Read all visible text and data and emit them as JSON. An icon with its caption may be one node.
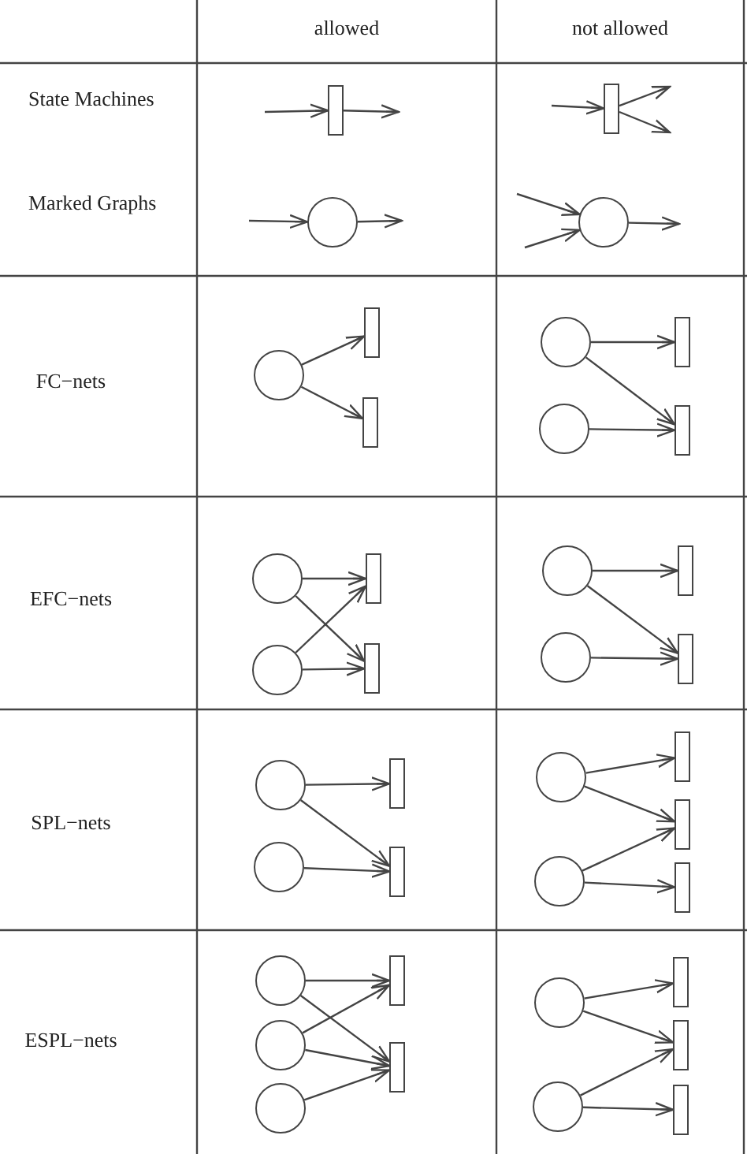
{
  "diagram": {
    "nodes": [
      {
        "text": [],
        "shape": "bar"
      },
      {
        "text": [],
        "shape": "bar"
      },
      {
        "text": [],
        "shape": "circle"
      },
      {
        "text": [],
        "shape": "circle"
      },
      {
        "text": [],
        "shape": "circle"
      },
      {
        "text": [],
        "shape": "bar"
      },
      {
        "text": [],
        "shape": "bar"
      },
      {
        "text": [],
        "shape": "circle"
      },
      {
        "text": [],
        "shape": "circle"
      },
      {
        "text": [],
        "shape": "bar"
      },
      {
        "text": [],
        "shape": "bar"
      },
      {
        "text": [],
        "shape": "circle"
      },
      {
        "text": [],
        "shape": "circle"
      },
      {
        "text": [],
        "shape": "bar"
      },
      {
        "text": [],
        "shape": "bar"
      },
      {
        "text": [],
        "shape": "circle"
      },
      {
        "text": [],
        "shape": "circle"
      },
      {
        "text": [],
        "shape": "bar"
      },
      {
        "text": [],
        "shape": "bar"
      },
      {
        "text": [],
        "shape": "circle"
      },
      {
        "text": [],
        "shape": "circle"
      },
      {
        "text": [],
        "shape": "bar"
      },
      {
        "text": [],
        "shape": "bar"
      },
      {
        "text": [],
        "shape": "circle"
      },
      {
        "text": [],
        "shape": "circle"
      },
      {
        "text": [],
        "shape": "bar"
      },
      {
        "text": [],
        "shape": "bar"
      },
      {
        "text": [],
        "shape": "bar"
      },
      {
        "text": [],
        "shape": "circle"
      },
      {
        "text": [],
        "shape": "circle"
      },
      {
        "text": [],
        "shape": "circle"
      },
      {
        "text": [],
        "shape": "bar"
      },
      {
        "text": [],
        "shape": "bar"
      },
      {
        "text": [],
        "shape": "circle"
      },
      {
        "text": [],
        "shape": "circle"
      },
      {
        "text": [],
        "shape": "bar"
      },
      {
        "text": [],
        "shape": "bar"
      },
      {
        "text": [],
        "shape": "bar"
      }
    ],
    "edges": [
      {
        "from": null,
        "to": 0,
        "arrow": "to"
      },
      {
        "from": 0,
        "to": null,
        "arrow": "to"
      },
      {
        "from": null,
        "to": 1,
        "arrow": "to"
      },
      {
        "from": 1,
        "to": null,
        "arrow": "to"
      },
      {
        "from": 1,
        "to": null,
        "arrow": "to"
      },
      {
        "from": null,
        "to": 2,
        "arrow": "to"
      },
      {
        "from": 2,
        "to": null,
        "arrow": "to"
      },
      {
        "from": null,
        "to": 3,
        "arrow": "to"
      },
      {
        "from": null,
        "to": 3,
        "arrow": "to"
      },
      {
        "from": 3,
        "to": null,
        "arrow": "to"
      },
      {
        "from": 4,
        "to": 5,
        "arrow": "to"
      },
      {
        "from": 4,
        "to": 6,
        "arrow": "to"
      },
      {
        "from": 7,
        "to": 9,
        "arrow": "to"
      },
      {
        "from": 7,
        "to": 10,
        "arrow": "to"
      },
      {
        "from": 8,
        "to": 10,
        "arrow": "to"
      },
      {
        "from": 11,
        "to": 13,
        "arrow": "to"
      },
      {
        "from": 11,
        "to": 14,
        "arrow": "to"
      },
      {
        "from": 12,
        "to": 13,
        "arrow": "to"
      },
      {
        "from": 12,
        "to": 14,
        "arrow": "to"
      },
      {
        "from": 15,
        "to": 17,
        "arrow": "to"
      },
      {
        "from": 15,
        "to": 18,
        "arrow": "to"
      },
      {
        "from": 16,
        "to": 18,
        "arrow": "to"
      },
      {
        "from": 19,
        "to": 21,
        "arrow": "to"
      },
      {
        "from": 19,
        "to": 22,
        "arrow": "to"
      },
      {
        "from": 20,
        "to": 22,
        "arrow": "to"
      },
      {
        "from": 23,
        "to": 25,
        "arrow": "to"
      },
      {
        "from": 23,
        "to": 26,
        "arrow": "to"
      },
      {
        "from": 24,
        "to": 26,
        "arrow": "to"
      },
      {
        "from": 24,
        "to": 27,
        "arrow": "to"
      },
      {
        "from": 28,
        "to": 31,
        "arrow": "to"
      },
      {
        "from": 28,
        "to": 32,
        "arrow": "to"
      },
      {
        "from": 29,
        "to": 31,
        "arrow": "to"
      },
      {
        "from": 29,
        "to": 32,
        "arrow": "to"
      },
      {
        "from": 30,
        "to": 32,
        "arrow": "to"
      },
      {
        "from": 33,
        "to": 35,
        "arrow": "to"
      },
      {
        "from": 33,
        "to": 36,
        "arrow": "to"
      },
      {
        "from": 34,
        "to": 36,
        "arrow": "to"
      },
      {
        "from": 34,
        "to": 37,
        "arrow": "to"
      }
    ],
    "labels": [
      "allowed",
      "not allowed",
      "State Machines",
      "Marked Graphs",
      "FC−nets",
      "EFC−nets",
      "SPL−nets",
      "ESPL−nets"
    ]
  }
}
